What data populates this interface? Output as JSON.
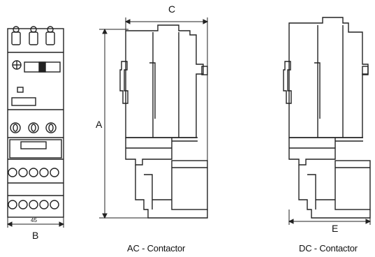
{
  "labels": {
    "dim_a": "A",
    "dim_b": "B",
    "dim_c": "C",
    "dim_e": "E",
    "dim_b_value": "45",
    "caption_ac": "AC - Contactor",
    "caption_dc": "DC - Contactor"
  }
}
